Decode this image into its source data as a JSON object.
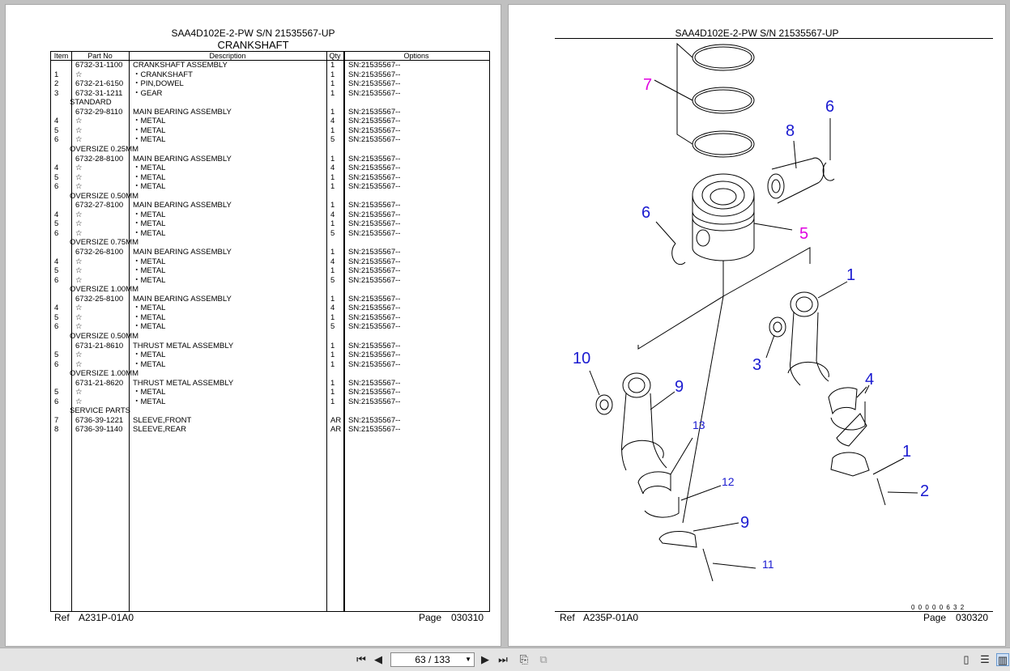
{
  "left_page": {
    "title": "SAA4D102E-2-PW S/N 21535567-UP",
    "subtitle": "CRANKSHAFT",
    "columns": [
      "Item",
      "Part No",
      "Description",
      "Qty",
      "Options"
    ],
    "rows": [
      {
        "item": "",
        "part": "6732-31-1100",
        "desc": "CRANKSHAFT ASSEMBLY",
        "qty": "1",
        "opt": "SN:21535567--"
      },
      {
        "item": "1",
        "part": "☆",
        "desc": "・CRANKSHAFT",
        "qty": "1",
        "opt": "SN:21535567--"
      },
      {
        "item": "2",
        "part": "6732-21-6150",
        "desc": "・PIN,DOWEL",
        "qty": "1",
        "opt": "SN:21535567--"
      },
      {
        "item": "3",
        "part": "6732-31-1211",
        "desc": "・GEAR",
        "qty": "1",
        "opt": "SN:21535567--"
      },
      {
        "section": "STANDARD"
      },
      {
        "item": "",
        "part": "6732-29-8110",
        "desc": "MAIN BEARING ASSEMBLY",
        "qty": "1",
        "opt": "SN:21535567--"
      },
      {
        "item": "4",
        "part": "☆",
        "desc": "・METAL",
        "qty": "4",
        "opt": "SN:21535567--"
      },
      {
        "item": "5",
        "part": "☆",
        "desc": "・METAL",
        "qty": "1",
        "opt": "SN:21535567--"
      },
      {
        "item": "6",
        "part": "☆",
        "desc": "・METAL",
        "qty": "5",
        "opt": "SN:21535567--"
      },
      {
        "section": "OVERSIZE 0.25MM"
      },
      {
        "item": "",
        "part": "6732-28-8100",
        "desc": "MAIN BEARING ASSEMBLY",
        "qty": "1",
        "opt": "SN:21535567--"
      },
      {
        "item": "4",
        "part": "☆",
        "desc": "・METAL",
        "qty": "4",
        "opt": "SN:21535567--"
      },
      {
        "item": "5",
        "part": "☆",
        "desc": "・METAL",
        "qty": "1",
        "opt": "SN:21535567--"
      },
      {
        "item": "6",
        "part": "☆",
        "desc": "・METAL",
        "qty": "1",
        "opt": "SN:21535567--"
      },
      {
        "section": "OVERSIZE 0.50MM"
      },
      {
        "item": "",
        "part": "6732-27-8100",
        "desc": "MAIN BEARING ASSEMBLY",
        "qty": "1",
        "opt": "SN:21535567--"
      },
      {
        "item": "4",
        "part": "☆",
        "desc": "・METAL",
        "qty": "4",
        "opt": "SN:21535567--"
      },
      {
        "item": "5",
        "part": "☆",
        "desc": "・METAL",
        "qty": "1",
        "opt": "SN:21535567--"
      },
      {
        "item": "6",
        "part": "☆",
        "desc": "・METAL",
        "qty": "5",
        "opt": "SN:21535567--"
      },
      {
        "section": "OVERSIZE 0.75MM"
      },
      {
        "item": "",
        "part": "6732-26-8100",
        "desc": "MAIN BEARING ASSEMBLY",
        "qty": "1",
        "opt": "SN:21535567--"
      },
      {
        "item": "4",
        "part": "☆",
        "desc": "・METAL",
        "qty": "4",
        "opt": "SN:21535567--"
      },
      {
        "item": "5",
        "part": "☆",
        "desc": "・METAL",
        "qty": "1",
        "opt": "SN:21535567--"
      },
      {
        "item": "6",
        "part": "☆",
        "desc": "・METAL",
        "qty": "5",
        "opt": "SN:21535567--"
      },
      {
        "section": "OVERSIZE 1.00MM"
      },
      {
        "item": "",
        "part": "6732-25-8100",
        "desc": "MAIN BEARING ASSEMBLY",
        "qty": "1",
        "opt": "SN:21535567--"
      },
      {
        "item": "4",
        "part": "☆",
        "desc": "・METAL",
        "qty": "4",
        "opt": "SN:21535567--"
      },
      {
        "item": "5",
        "part": "☆",
        "desc": "・METAL",
        "qty": "1",
        "opt": "SN:21535567--"
      },
      {
        "item": "6",
        "part": "☆",
        "desc": "・METAL",
        "qty": "5",
        "opt": "SN:21535567--"
      },
      {
        "section": "OVERSIZE 0.50MM"
      },
      {
        "item": "",
        "part": "6731-21-8610",
        "desc": "THRUST METAL ASSEMBLY",
        "qty": "1",
        "opt": "SN:21535567--"
      },
      {
        "item": "5",
        "part": "☆",
        "desc": "・METAL",
        "qty": "1",
        "opt": "SN:21535567--"
      },
      {
        "item": "6",
        "part": "☆",
        "desc": "・METAL",
        "qty": "1",
        "opt": "SN:21535567--"
      },
      {
        "section": "OVERSIZE 1.00MM"
      },
      {
        "item": "",
        "part": "6731-21-8620",
        "desc": "THRUST METAL ASSEMBLY",
        "qty": "1",
        "opt": "SN:21535567--"
      },
      {
        "item": "5",
        "part": "☆",
        "desc": "・METAL",
        "qty": "1",
        "opt": "SN:21535567--"
      },
      {
        "item": "6",
        "part": "☆",
        "desc": "・METAL",
        "qty": "1",
        "opt": "SN:21535567--"
      },
      {
        "section": "SERVICE PARTS"
      },
      {
        "item": "7",
        "part": "6736-39-1221",
        "desc": "SLEEVE,FRONT",
        "qty": "AR",
        "opt": "SN:21535567--"
      },
      {
        "item": "8",
        "part": "6736-39-1140",
        "desc": "SLEEVE,REAR",
        "qty": "AR",
        "opt": "SN:21535567--"
      }
    ],
    "ref_label": "Ref",
    "ref_value": "A231P-01A0",
    "page_label": "Page",
    "page_value": "030310"
  },
  "right_page": {
    "title": "SAA4D102E-2-PW S/N 21535567-UP",
    "callouts": [
      "7",
      "6",
      "8",
      "6",
      "5",
      "1",
      "3",
      "10",
      "9",
      "4",
      "13",
      "1",
      "12",
      "2",
      "9",
      "11"
    ],
    "callout_colors": {
      "highlight": "#e000e0",
      "normal": "#1a1ad0"
    },
    "drawing_code": "0 0 0 0 0 6 3 2",
    "ref_label": "Ref",
    "ref_value": "A235P-01A0",
    "page_label": "Page",
    "page_value": "030320"
  },
  "toolbar": {
    "current_page": "63 / 133",
    "first_icon": "first-page-icon",
    "prev_icon": "prev-page-icon",
    "next_icon": "next-page-icon",
    "last_icon": "last-page-icon"
  }
}
